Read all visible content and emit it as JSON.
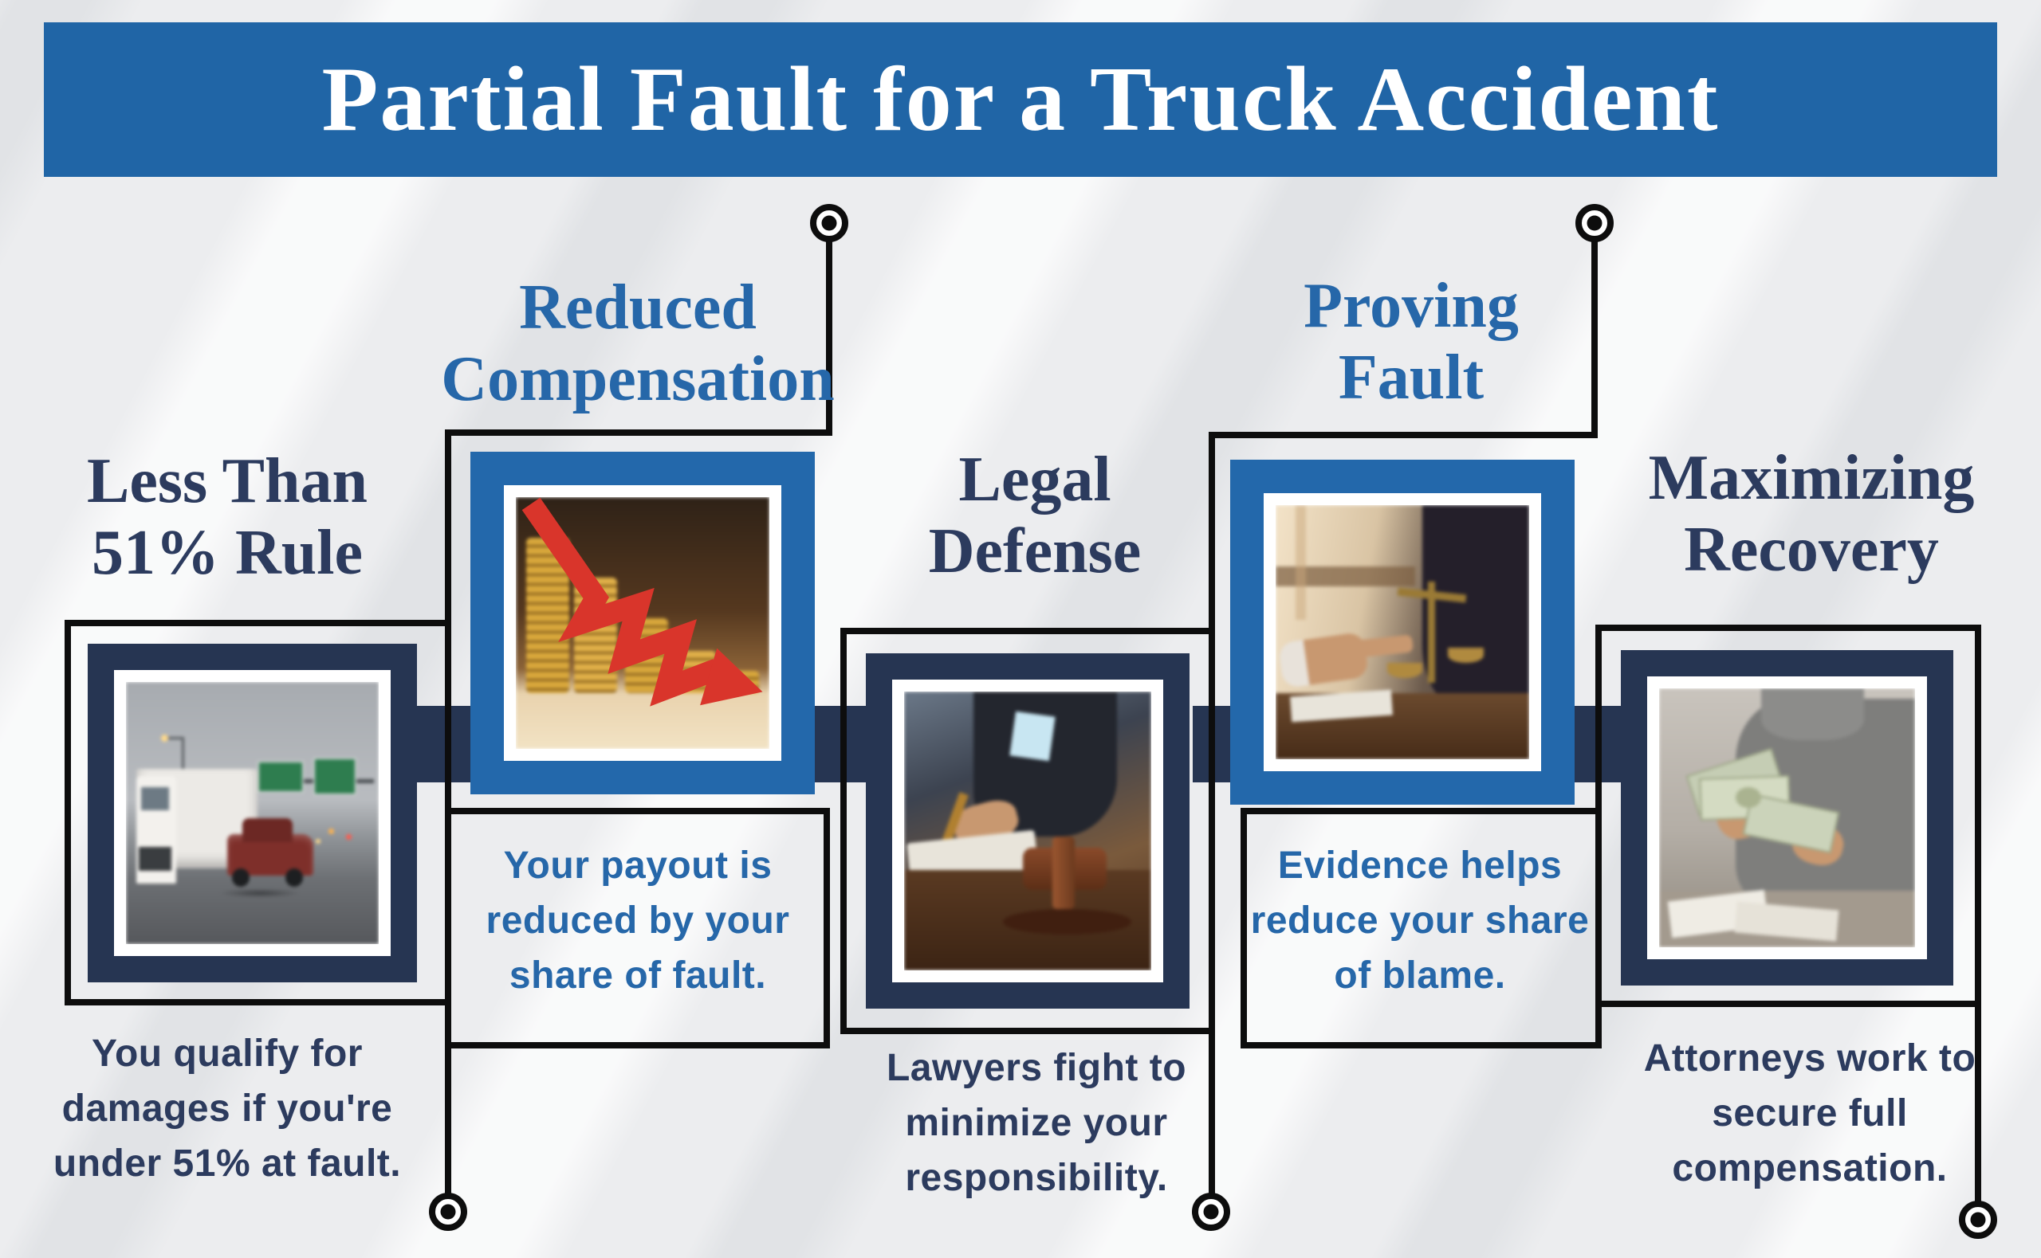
{
  "header": {
    "title": "Partial Fault for a Truck Accident"
  },
  "colors": {
    "header_bg": "#2065a6",
    "navy_frame": "#263552",
    "blue_frame": "#2368ab",
    "title_navy": "#2c3b5e",
    "title_blue": "#2667a9",
    "wire_black": "#0d0d0d",
    "background": "#ecedef",
    "arrow_red": "#d9352b"
  },
  "sections": [
    {
      "id": "less-than-51-rule",
      "title": "Less Than 51% Rule",
      "caption": "You qualify for damages if you're under 51% at fault.",
      "accent": "navy",
      "image": "truck-accident-photo"
    },
    {
      "id": "reduced-compensation",
      "title": "Reduced Compensation",
      "caption": "Your payout is reduced by your share of fault.",
      "accent": "blue",
      "image": "declining-coins-photo"
    },
    {
      "id": "legal-defense",
      "title": "Legal Defense",
      "caption": "Lawyers fight to minimize your responsibility.",
      "accent": "navy",
      "image": "gavel-contract-photo"
    },
    {
      "id": "proving-fault",
      "title": "Proving Fault",
      "caption": "Evidence helps reduce your share of blame.",
      "accent": "blue",
      "image": "evidence-discussion-photo"
    },
    {
      "id": "maximizing-recovery",
      "title": "Maximizing Recovery",
      "caption": "Attorneys work to secure full compensation.",
      "accent": "navy",
      "image": "counting-money-photo"
    }
  ]
}
